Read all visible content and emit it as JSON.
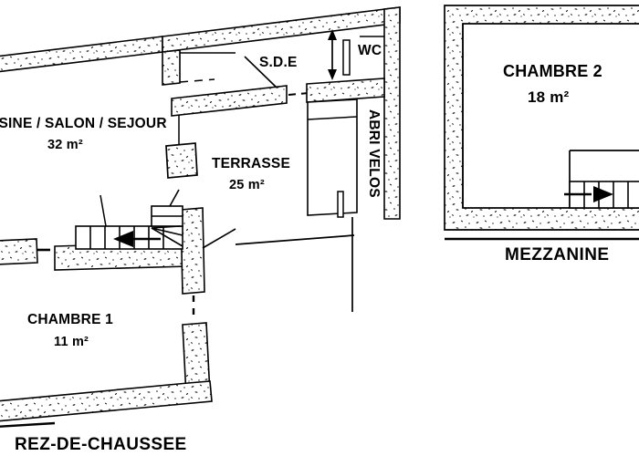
{
  "drawing": {
    "kind": "architectural-floor-plan",
    "language": "fr",
    "ink_color": "#000000",
    "paper_color": "#ffffff",
    "wall_fill": "#ffffff",
    "wall_hatch": "speckle-stipple"
  },
  "sheets": [
    {
      "id": "ground",
      "label": "REZ-DE-CHAUSSEE"
    },
    {
      "id": "mezz",
      "label": "MEZZANINE"
    }
  ],
  "rooms": [
    {
      "id": "cuisine",
      "name": "ISINE / SALON / SEJOUR",
      "area": "32 m²",
      "clipped_left": true
    },
    {
      "id": "terrasse",
      "name": "TERRASSE",
      "area": "25 m²"
    },
    {
      "id": "sde",
      "name": "S.D.E",
      "area": ""
    },
    {
      "id": "wc",
      "name": "WC",
      "area": ""
    },
    {
      "id": "abrivelos",
      "name": "ABRI VELOS",
      "area": "",
      "orientation": "vertical"
    },
    {
      "id": "chambre1",
      "name": "CHAMBRE 1",
      "area": "11 m²"
    },
    {
      "id": "chambre2",
      "name": "CHAMBRE 2",
      "area": "18 m²"
    }
  ],
  "annotations": {
    "stair_ground": "stair-run-with-winders-arrow-left",
    "stair_mezz": "stair-run-arrow-right",
    "door_swing_sde": "double-headed-arrow",
    "dashed_openings": "doorway-gaps"
  }
}
